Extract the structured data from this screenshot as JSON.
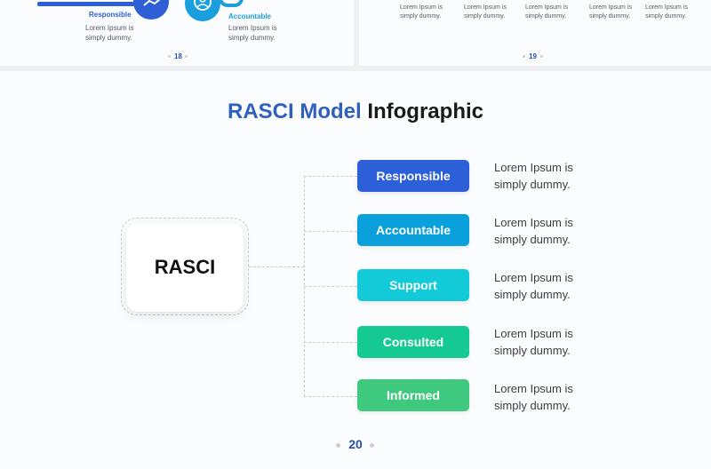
{
  "slide18": {
    "left_label": "Responsible",
    "right_label": "Accountable",
    "left_text_1": "Lorem Ipsum is",
    "left_text_2": "simply dummy.",
    "right_text_1": "Lorem Ipsum is",
    "right_text_2": "simply dummy.",
    "page": "18",
    "colors": {
      "blue": "#2e5fd6",
      "teal": "#1a9fdc"
    },
    "icons": [
      "handshake-icon",
      "user-icon"
    ]
  },
  "slide19": {
    "items": [
      {
        "line1": "Lorem Ipsum is",
        "line2": "simply dummy."
      },
      {
        "line1": "Lorem Ipsum is",
        "line2": "simply dummy."
      },
      {
        "line1": "Lorem Ipsum is",
        "line2": "simply dummy."
      },
      {
        "line1": "Lorem Ipsum is",
        "line2": "simply dummy."
      },
      {
        "line1": "Lorem Ipsum is",
        "line2": "simply dummy."
      }
    ],
    "page": "19"
  },
  "slide20": {
    "title_highlight": "RASCI Model",
    "title_rest": "Infographic",
    "center_label": "RASCI",
    "roles": [
      {
        "label": "Responsible",
        "color": "#2d5fd8",
        "desc1": "Lorem Ipsum is",
        "desc2": "simply dummy."
      },
      {
        "label": "Accountable",
        "color": "#0aa0db",
        "desc1": "Lorem Ipsum is",
        "desc2": "simply dummy."
      },
      {
        "label": "Support",
        "color": "#12cad8",
        "desc1": "Lorem Ipsum is",
        "desc2": "simply dummy."
      },
      {
        "label": "Consulted",
        "color": "#15c993",
        "desc1": "Lorem Ipsum is",
        "desc2": "simply dummy."
      },
      {
        "label": "Informed",
        "color": "#3ec97e",
        "desc1": "Lorem Ipsum is",
        "desc2": "simply dummy."
      }
    ],
    "page": "20"
  }
}
